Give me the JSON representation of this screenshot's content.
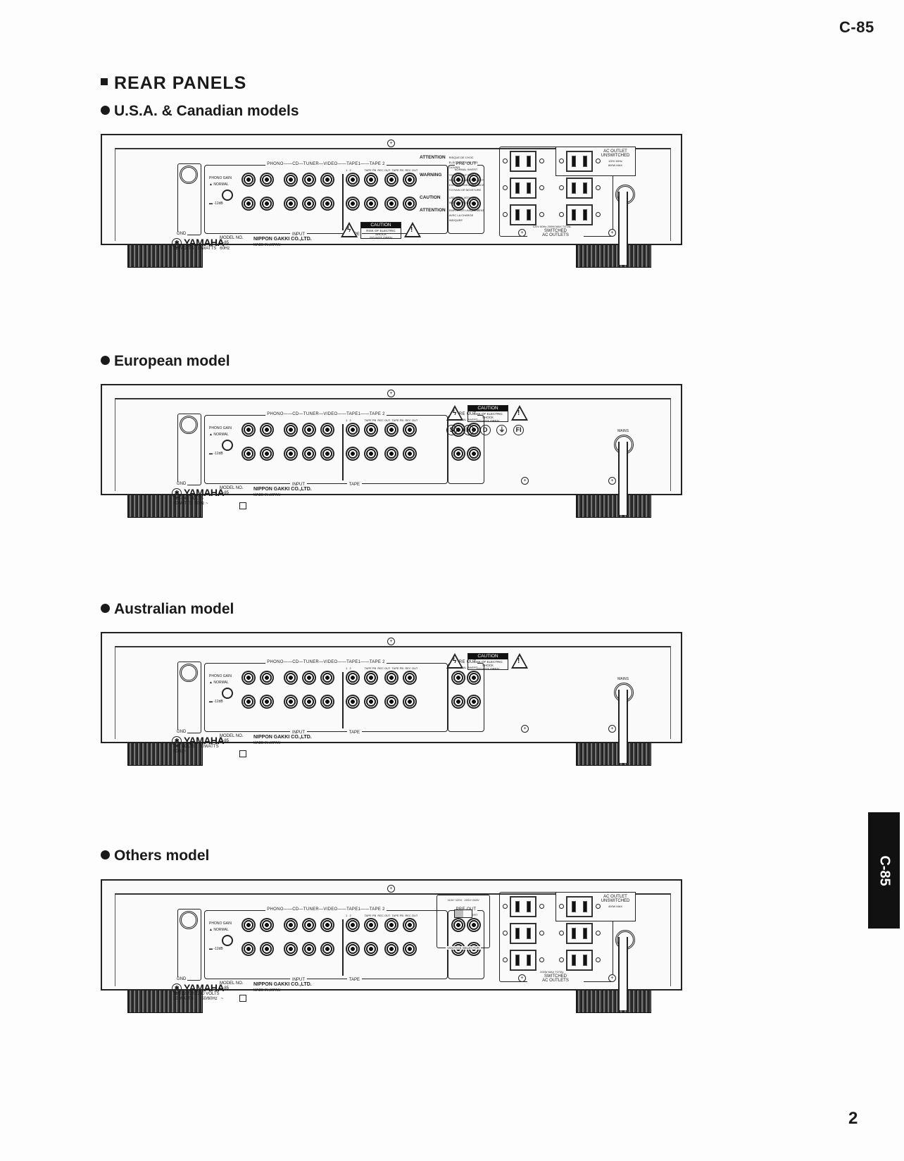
{
  "page": {
    "model_code": "C-85",
    "page_number": "2",
    "side_tab": "C-85"
  },
  "title": "REAR PANELS",
  "sections": [
    {
      "heading": "U.S.A. & Canadian models",
      "panel": {
        "gnd_label": "GND",
        "jack_header": "PHONO——CD—TUNER—VIDEO——TAPE1——TAPE 2",
        "jack_sub": "1   2                 TAPE PB  REC OUT  TAPE PB  REC OUT",
        "input_label": "INPUT",
        "tape_label": "TAPE",
        "pre_out_label": "PRE OUT",
        "pre_out_sub": "NORMAL  INVERT",
        "phono_gain": [
          "PHONO GAIN",
          "▲ NORMAL",
          "▬ -12dB"
        ],
        "brand": "YAMAHA",
        "model_no_label": "MODEL NO.",
        "model_no": "C-85",
        "maker": "NIPPON GAKKI CO.,LTD.",
        "made_in": "MADE IN JAPAN",
        "rating": "120VOLTS   30WATTS   60Hz",
        "caution_title": "CAUTION",
        "caution_lines": [
          "RISK OF ELECTRIC SHOCK",
          "DO NOT OPEN"
        ],
        "warnings": [
          {
            "label": "ATTENTION",
            "text": "RISQUE DE CHOC ELECTRIQUE NE PAS OUVRIR"
          },
          {
            "label": "WARNING",
            "text": "TO PREVENT FIRE OR SHOCK HAZARD, DO NOT EXPOSE THIS APPLIANCE TO RAIN OR MOISTURE"
          },
          {
            "label": "CAUTION",
            "text": "USE ONLY WITH THE INDICATED LOAD"
          },
          {
            "label": "ATTENTION",
            "text": "EMPLOYER UNIQUEMENT AVEC LA CHARGE INDIQUEE"
          }
        ],
        "unswitched_label": [
          "AC OUTLET",
          "UNSWITCHED"
        ],
        "unswitched_rating": [
          "120V 60Hz",
          "800W MAX"
        ],
        "switched_rating": "120V 60Hz 200W MAX TOTAL",
        "switched_label": [
          "SWITCHED",
          "AC OUTLETS"
        ]
      }
    },
    {
      "heading": "European model",
      "panel": {
        "gnd_label": "GND",
        "jack_header": "PHONO——CD—TUNER—VIDEO——TAPE1——TAPE 2",
        "jack_sub": "1   2                 TAPE PB  REC OUT  TAPE PB  REC OUT",
        "input_label": "INPUT",
        "tape_label": "TAPE",
        "pre_out_label": "PRE OUT",
        "pre_out_sub": "NORMAL  INVERT",
        "phono_gain": [
          "PHONO GAIN",
          "▲ NORMAL",
          "▬ -12dB"
        ],
        "brand": "YAMAHA",
        "model_no_label": "MODEL NO.",
        "model_no": "C-85",
        "maker": "NIPPON GAKKI CO.,LTD.",
        "made_in": "MADE IN JAPAN",
        "rating": "220-240 VOLTS\n30WATTS  50Hz ~",
        "caution_title": "CAUTION",
        "caution_lines": [
          "RISK OF ELECTRIC SHOCK",
          "DO NOT OPEN"
        ],
        "approval_marks": [
          "S",
          "N",
          "D",
          "⏚",
          "FI"
        ],
        "mains_label": "MAINS"
      }
    },
    {
      "heading": "Australian model",
      "panel": {
        "gnd_label": "GND",
        "jack_header": "PHONO——CD—TUNER—VIDEO——TAPE1——TAPE 2",
        "jack_sub": "1   2                 TAPE PB  REC OUT  TAPE PB  REC OUT",
        "input_label": "INPUT",
        "tape_label": "TAPE",
        "pre_out_label": "PRE OUT",
        "pre_out_sub": "NORMAL  INVERT",
        "phono_gain": [
          "PHONO GAIN",
          "▲ NORMAL",
          "▬ -12dB"
        ],
        "brand": "YAMAHA",
        "model_no_label": "MODEL NO.",
        "model_no": "C-85",
        "maker": "NIPPON GAKKI CO.,LTD.",
        "made_in": "MADE IN JAPAN",
        "rating": "240 VOLTS    30WATTS\n50Hz ~",
        "caution_title": "CAUTION",
        "caution_lines": [
          "RISK OF ELECTRIC SHOCK",
          "DO NOT OPEN"
        ],
        "mains_label": "MAINS"
      }
    },
    {
      "heading": "Others model",
      "panel": {
        "gnd_label": "GND",
        "jack_header": "PHONO——CD—TUNER—VIDEO——TAPE1——TAPE 2",
        "jack_sub": "1   2                 TAPE PB  REC OUT  TAPE PB  REC OUT",
        "input_label": "INPUT",
        "tape_label": "TAPE",
        "pre_out_label": "PRE OUT",
        "pre_out_sub": "NORMAL  INVERT",
        "phono_gain": [
          "PHONO GAIN",
          "▲ NORMAL",
          "▬ -12dB"
        ],
        "brand": "YAMAHA",
        "model_no_label": "MODEL NO.",
        "model_no": "C-85",
        "maker": "NIPPON GAKKI CO.,LTD.",
        "made_in": "MADE IN JAPAN",
        "rating": "110/120/220/240 VOLTS\n30 WATTS       50/60Hz   ~",
        "voltage_options": [
          "110V~120V",
          "220V~240V"
        ],
        "voltage_selector_label": "VOLTAGE SELECTOR",
        "unswitched_label": [
          "AC OUTLET",
          "UNSWITCHED"
        ],
        "unswitched_rating": [
          "400W MAX"
        ],
        "switched_rating": "200W MAX TOTAL",
        "switched_label": [
          "SWITCHED",
          "AC OUTLETS"
        ]
      }
    }
  ]
}
